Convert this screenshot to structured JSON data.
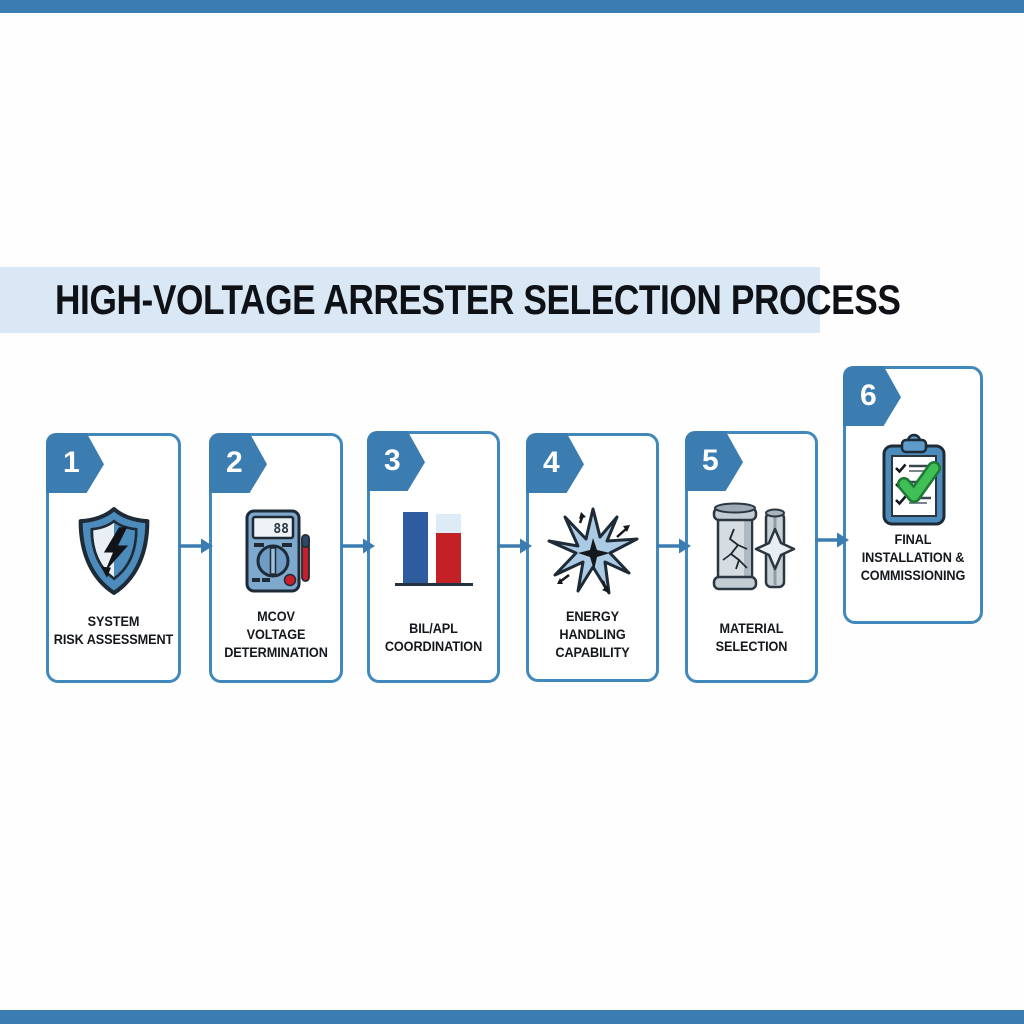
{
  "page": {
    "title": "HIGH-VOLTAGE ARRESTER SELECTION PROCESS"
  },
  "colors": {
    "accent": "#3b7db1",
    "card_border": "#4189bc",
    "title_band": "#d9e8f4",
    "bar_blue": "#2e5c9e",
    "bar_red": "#c42127",
    "bar_cap_blue": "#ddebf6",
    "check_green": "#3fbf55"
  },
  "steps": [
    {
      "number": "1",
      "icon": "shield-lightning-icon",
      "label_lines": [
        "SYSTEM",
        "RISK ASSESSMENT"
      ]
    },
    {
      "number": "2",
      "icon": "multimeter-icon",
      "meter_display": "88",
      "label_lines": [
        "MCOV",
        "VOLTAGE",
        "DETERMINATION"
      ]
    },
    {
      "number": "3",
      "icon": "bar-chart-icon",
      "label_lines": [
        "BIL/APL",
        "COORDINATION"
      ]
    },
    {
      "number": "4",
      "icon": "energy-burst-icon",
      "label_lines": [
        "ENERGY",
        "HANDLING",
        "CAPABILITY"
      ]
    },
    {
      "number": "5",
      "icon": "cracked-cylinders-icon",
      "label_lines": [
        "MATERIAL",
        "SELECTION"
      ]
    },
    {
      "number": "6",
      "icon": "clipboard-check-icon",
      "label_lines": [
        "FINAL",
        "INSTALLATION &",
        "COMMISSIONING"
      ]
    }
  ]
}
